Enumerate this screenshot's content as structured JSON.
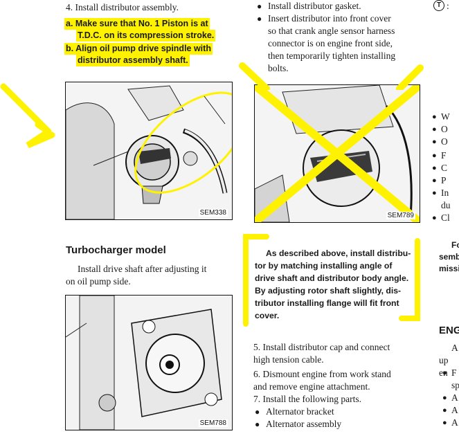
{
  "left": {
    "step4": "4.   Install distributor assembly.",
    "note_a_1": "a. Make sure that No. 1 Piston is at",
    "note_a_2": "T.D.C. on its compression stroke.",
    "note_b_1": "b. Align oil pump drive spindle with",
    "note_b_2": "distributor assembly shaft.",
    "fig1_label": "SEM338",
    "turbo_title": "Turbocharger model",
    "turbo_text_1": "Install drive shaft after adjusting it",
    "turbo_text_2": "on oil pump side.",
    "fig3_label": "SEM788"
  },
  "middle": {
    "bullet1": "Install distributor gasket.",
    "bullet2_lines": [
      "Insert distributor into front cover",
      "so that crank angle sensor harness",
      "connector is on engine front side,",
      "then temporarily tighten installing",
      "bolts."
    ],
    "fig2_label": "SEM789",
    "box_lines": [
      "As described above, install distribu-",
      "tor by matching installing angle of",
      "drive shaft and distributor body angle.",
      "By adjusting rotor shaft slightly, dis-",
      "tributor installing flange will fit front",
      "cover."
    ],
    "step5_1": "5.   Install distributor cap and connect",
    "step5_2": "high tension cable.",
    "step6_1": "6.   Dismount engine from work stand",
    "step6_2": "and remove engine attachment.",
    "step7": "7.   Install the following parts.",
    "bullet_alt_bracket": "Alternator bracket",
    "bullet_alt_assembly": "Alternator assembly"
  },
  "right": {
    "top_symbol": "T",
    "top_text": ": ",
    "bullets": [
      "W",
      "O",
      "O",
      "F",
      "C",
      "P",
      "In",
      "du",
      "Cl"
    ],
    "fo_1": "Fo",
    "fo_2": "semb",
    "fo_3": "missi",
    "eng_heading": "ENG",
    "eng_a": "A",
    "eng_up": "up en",
    "eng_b1": "F",
    "eng_sp": "sp",
    "eng_b2": "A",
    "eng_b3": "A",
    "eng_b4": "A"
  },
  "colors": {
    "highlight": "#fff200",
    "ink": "#1a1a1a"
  }
}
